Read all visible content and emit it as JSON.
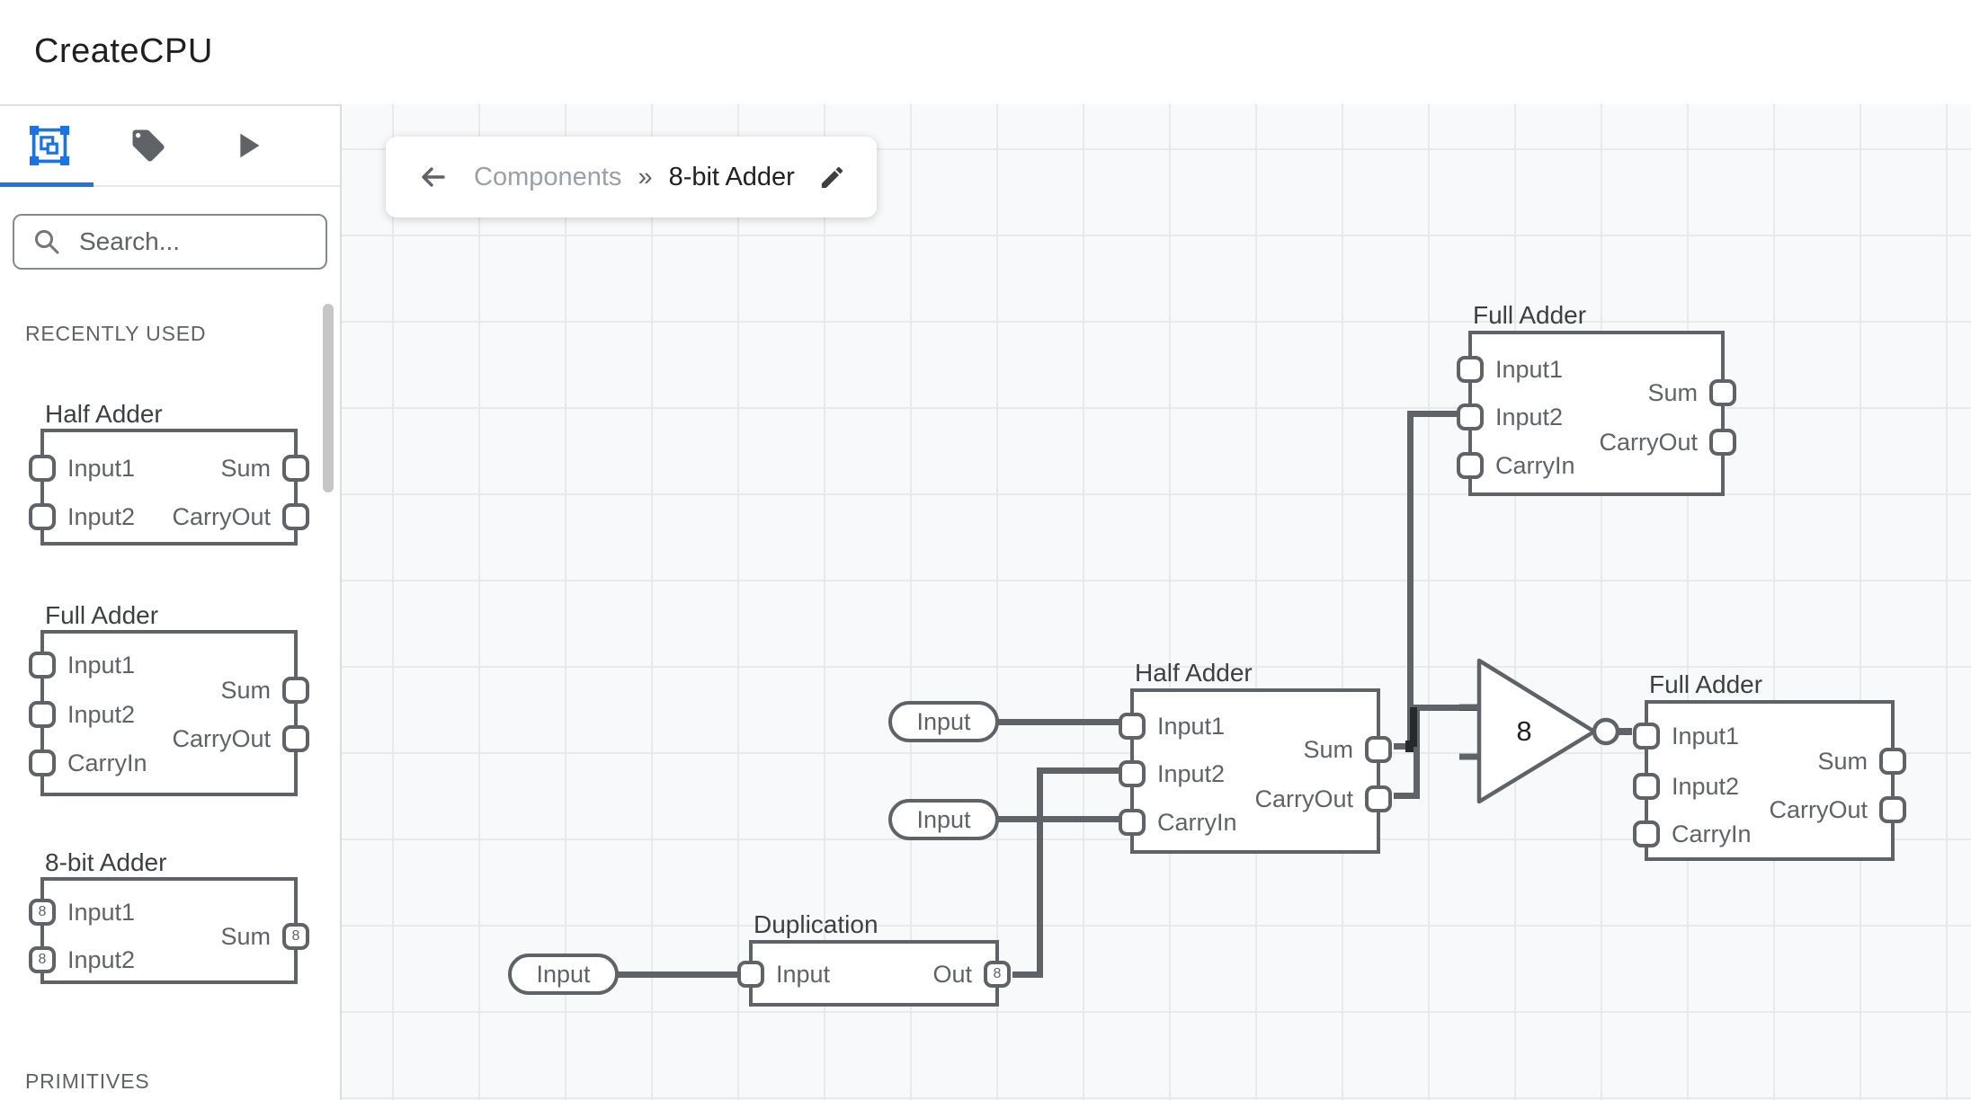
{
  "header": {
    "title": "CreateCPU"
  },
  "sidebar": {
    "tabs": [
      {
        "id": "components",
        "icon": "components-icon",
        "active": true
      },
      {
        "id": "tags",
        "icon": "tag-icon",
        "active": false
      },
      {
        "id": "simulate",
        "icon": "play-icon",
        "active": false
      }
    ],
    "search": {
      "placeholder": "Search...",
      "value": ""
    },
    "section_recently_used": "RECENTLY USED",
    "section_primitives": "PRIMITIVES",
    "components": [
      {
        "title": "Half Adder",
        "left_ports": [
          "Input1",
          "Input2"
        ],
        "right_ports": [
          "Sum",
          "CarryOut"
        ]
      },
      {
        "title": "Full Adder",
        "left_ports": [
          "Input1",
          "Input2",
          "CarryIn"
        ],
        "right_ports": [
          "Sum",
          "CarryOut"
        ]
      },
      {
        "title": "8-bit Adder",
        "left_ports": [
          "Input1",
          "Input2"
        ],
        "right_ports": [
          "Sum"
        ],
        "bus_width": "8"
      }
    ]
  },
  "breadcrumb": {
    "parent": "Components",
    "separator": "»",
    "current": "8-bit Adder"
  },
  "canvas": {
    "full_adder_top": {
      "title": "Full Adder",
      "left_ports": [
        "Input1",
        "Input2",
        "CarryIn"
      ],
      "right_ports": [
        "Sum",
        "CarryOut"
      ]
    },
    "half_adder": {
      "title": "Half Adder",
      "left_ports": [
        "Input1",
        "Input2",
        "CarryIn"
      ],
      "right_ports": [
        "Sum",
        "CarryOut"
      ]
    },
    "full_adder_right": {
      "title": "Full Adder",
      "left_ports": [
        "Input1",
        "Input2",
        "CarryIn"
      ],
      "right_ports": [
        "Sum",
        "CarryOut"
      ]
    },
    "duplication": {
      "title": "Duplication",
      "left_ports": [
        "Input"
      ],
      "right_ports": [
        "Out"
      ],
      "out_bus_width": "8"
    },
    "inputs": [
      {
        "label": "Input"
      },
      {
        "label": "Input"
      },
      {
        "label": "Input"
      }
    ],
    "inverter": {
      "label": "8"
    }
  },
  "colors": {
    "accent": "#1a73e8",
    "wire": "#5f6368",
    "wire_overlap": "#26282b",
    "component_stroke": "#5f6368",
    "canvas_bg": "#f8f9fa",
    "grid_line": "#e9e9e9",
    "text_primary": "#202124",
    "text_secondary": "#5f6368",
    "breadcrumb_muted": "#9aa0a6"
  }
}
